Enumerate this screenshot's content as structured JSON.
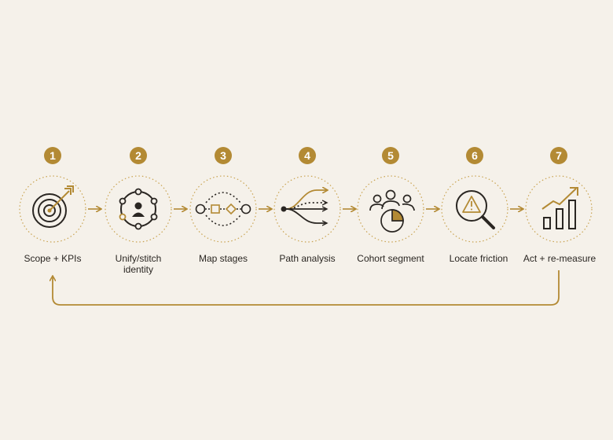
{
  "accent_color": "#b38a34",
  "steps": [
    {
      "number": "1",
      "label": "Scope + KPIs",
      "icon": "target-icon"
    },
    {
      "number": "2",
      "label": "Unify/stitch identity",
      "icon": "identity-network-icon"
    },
    {
      "number": "3",
      "label": "Map stages",
      "icon": "stage-map-icon"
    },
    {
      "number": "4",
      "label": "Path analysis",
      "icon": "branching-paths-icon"
    },
    {
      "number": "5",
      "label": "Cohort segment",
      "icon": "cohort-pie-icon"
    },
    {
      "number": "6",
      "label": "Locate friction",
      "icon": "warning-magnifier-icon"
    },
    {
      "number": "7",
      "label": "Act + re-measure",
      "icon": "growth-bars-icon"
    }
  ],
  "steps_label_lines": {
    "s2_line1": "Unify/stitch",
    "s2_line2": "identity"
  },
  "feedback_loop": {
    "from": "7",
    "to": "1"
  }
}
